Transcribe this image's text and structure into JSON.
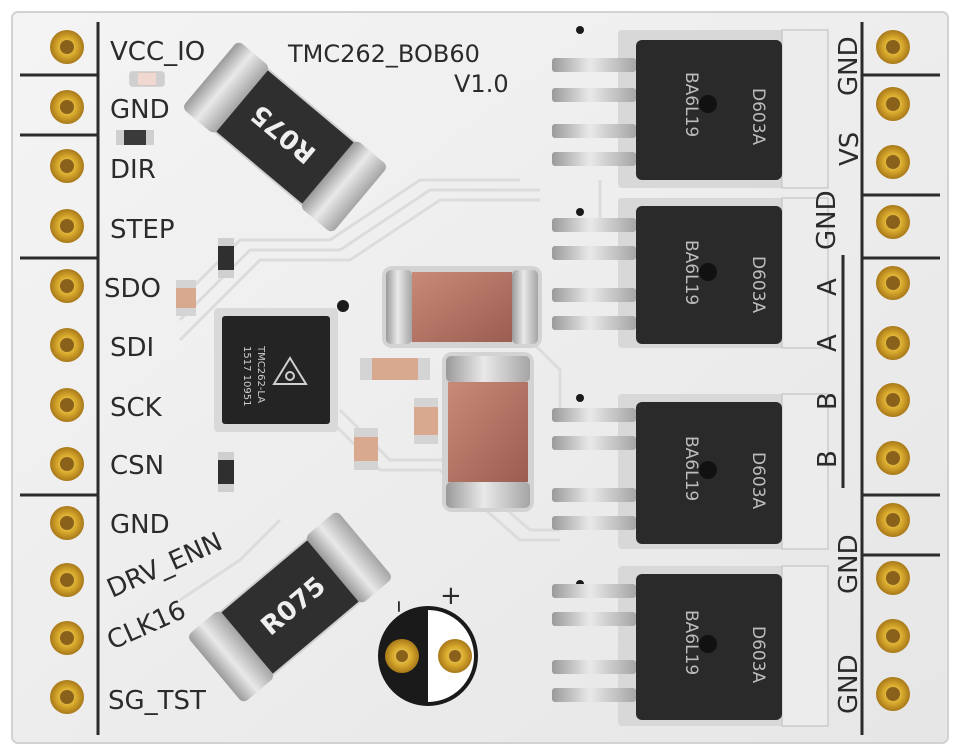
{
  "board": {
    "title": "TMC262_BOB60",
    "version": "V1.0"
  },
  "left_pins": [
    "VCC_IO",
    "GND",
    "DIR",
    "STEP",
    "SDO",
    "SDI",
    "SCK",
    "CSN",
    "GND",
    "DRV_ENN",
    "CLK16",
    "SG_TST"
  ],
  "right_labels": {
    "gnd_top": "GND",
    "vs": "VS",
    "gnd_2": "GND",
    "a1": "A",
    "a2": "A",
    "b1": "B",
    "b2": "B",
    "gnd_3": "GND",
    "gnd_bottom": "GND"
  },
  "driver_ic": {
    "line1": "TMC262-LA",
    "line2": "1517 10951"
  },
  "resistor_marking": "R075",
  "mosfet": {
    "line1": "D603A",
    "line2": "BA6L19"
  },
  "polarity": {
    "minus": "–",
    "plus": "+"
  }
}
